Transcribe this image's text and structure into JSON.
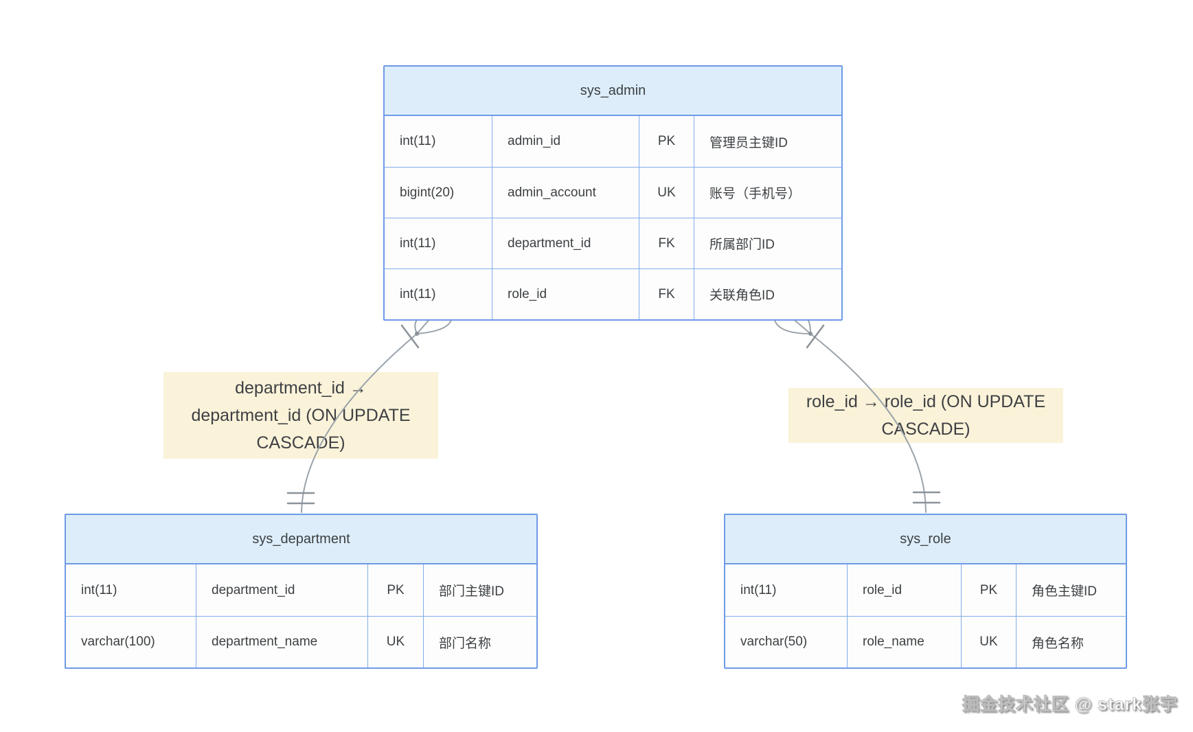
{
  "colors": {
    "table_border": "#6e9ae6",
    "table_inner_border": "#83abe9",
    "header_fill": "#ddeefa",
    "cell_fill": "#fdfdfd",
    "text": "#3c4043",
    "label_fill": "#faf3d9",
    "relationship_line": "#9aa3ab"
  },
  "tables": [
    {
      "title": "sys_admin",
      "rows": [
        {
          "type": "int(11)",
          "name": "admin_id",
          "key": "PK",
          "comment": "管理员主键ID"
        },
        {
          "type": "bigint(20)",
          "name": "admin_account",
          "key": "UK",
          "comment": "账号（手机号）"
        },
        {
          "type": "int(11)",
          "name": "department_id",
          "key": "FK",
          "comment": "所属部门ID"
        },
        {
          "type": "int(11)",
          "name": "role_id",
          "key": "FK",
          "comment": "关联角色ID"
        }
      ]
    },
    {
      "title": "sys_department",
      "rows": [
        {
          "type": "int(11)",
          "name": "department_id",
          "key": "PK",
          "comment": "部门主键ID"
        },
        {
          "type": "varchar(100)",
          "name": "department_name",
          "key": "UK",
          "comment": "部门名称"
        }
      ]
    },
    {
      "title": "sys_role",
      "rows": [
        {
          "type": "int(11)",
          "name": "role_id",
          "key": "PK",
          "comment": "角色主键ID"
        },
        {
          "type": "varchar(50)",
          "name": "role_name",
          "key": "UK",
          "comment": "角色名称"
        }
      ]
    }
  ],
  "relationships": [
    {
      "from": "sys_admin.department_id",
      "to": "sys_department.department_id",
      "cardinality": "many-to-one",
      "label_lines": [
        "department_id →",
        "department_id (ON UPDATE",
        "CASCADE)"
      ]
    },
    {
      "from": "sys_admin.role_id",
      "to": "sys_role.role_id",
      "cardinality": "many-to-one",
      "label_lines": [
        "role_id → role_id (ON UPDATE",
        "CASCADE)"
      ]
    }
  ],
  "watermark": "掘金技术社区 @ stark张宇"
}
